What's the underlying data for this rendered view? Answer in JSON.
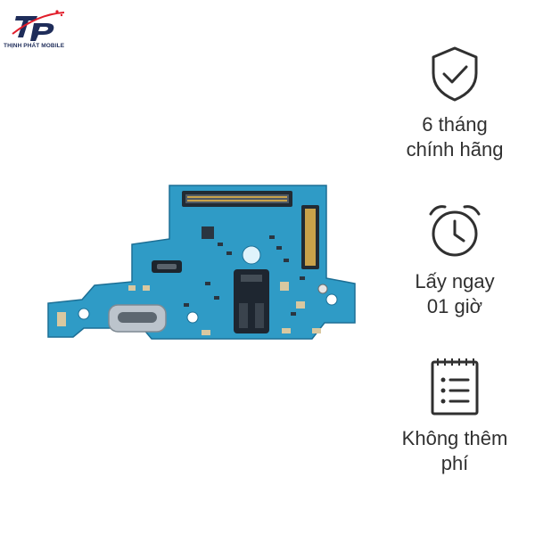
{
  "brand": {
    "logo_mark": "TP",
    "name": "THỊNH PHÁT MOBILE",
    "color": "#1f2d5a",
    "accent": "#e11d2a"
  },
  "product_image": {
    "subject": "charging-port-board",
    "board_color": "#2f9bc6"
  },
  "features": [
    {
      "icon": "shield-check-icon",
      "label": "6 tháng\nchính hãng"
    },
    {
      "icon": "alarm-clock-icon",
      "label": "Lấy ngay\n01 giờ"
    },
    {
      "icon": "checklist-icon",
      "label": "Không thêm\nphí"
    }
  ]
}
